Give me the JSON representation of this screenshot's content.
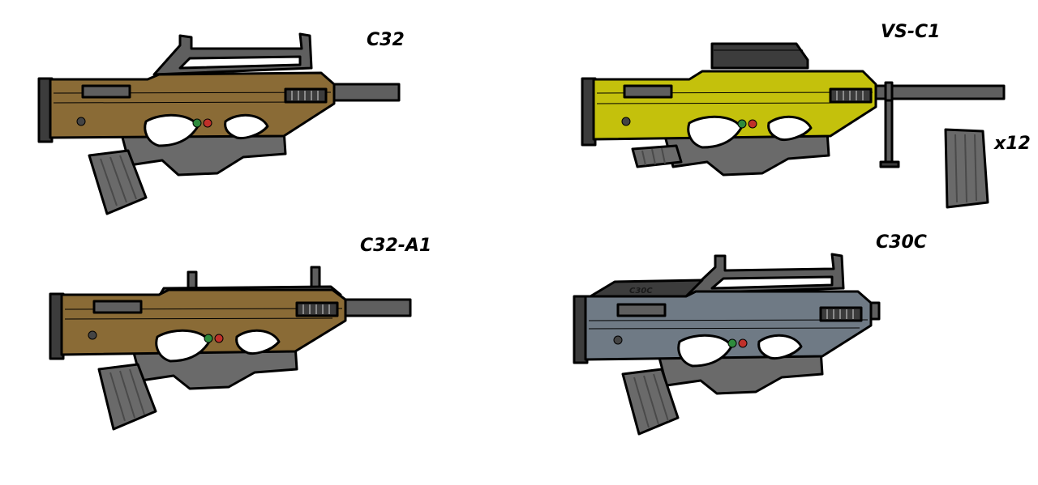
{
  "weapons": [
    {
      "label": "C32",
      "body_color": "#8a6b36"
    },
    {
      "label": "VS-C1",
      "body_color": "#c4c10c"
    },
    {
      "label": "C32-A1",
      "body_color": "#8a6b36"
    },
    {
      "label": "C30C",
      "body_color": "#6f7a85",
      "side_text": "C30C"
    }
  ],
  "magazine_count": "x12",
  "colors": {
    "metal": "#5f5f5f",
    "dark_metal": "#3c3c3c",
    "mag": "#6a6a6a",
    "indicator_green": "#2e8b3c",
    "indicator_red": "#c0302a"
  }
}
